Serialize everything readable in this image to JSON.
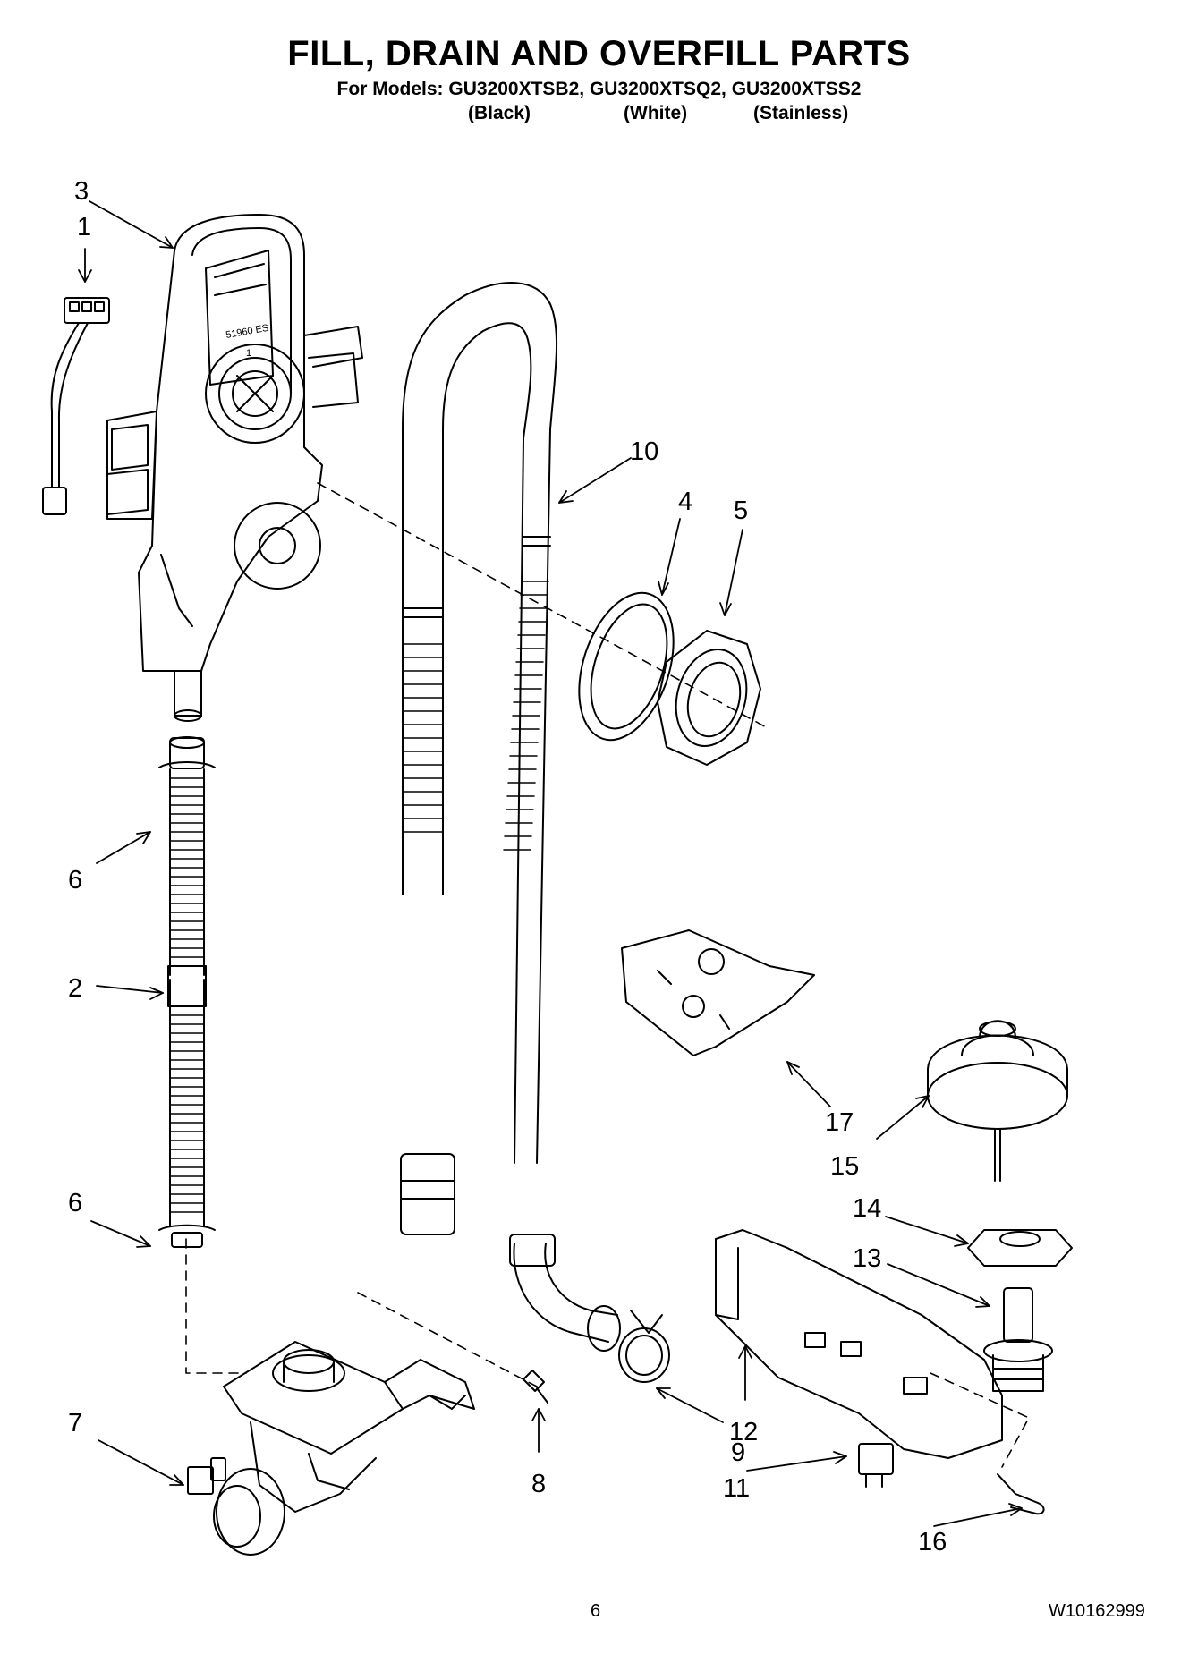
{
  "header": {
    "title": "FILL, DRAIN AND OVERFILL PARTS",
    "models": "For Models: GU3200XTSB2, GU3200XTSQ2, GU3200XTSS2",
    "variants": [
      "(Black)",
      "(White)",
      "(Stainless)"
    ]
  },
  "part_stamp": [
    "51960 ES",
    "1"
  ],
  "callouts": [
    "1",
    "2",
    "3",
    "4",
    "5",
    "6",
    "6",
    "7",
    "8",
    "9",
    "10",
    "11",
    "12",
    "13",
    "14",
    "15",
    "16",
    "17"
  ],
  "footer": {
    "page_number": "6",
    "doc_number": "W10162999"
  }
}
